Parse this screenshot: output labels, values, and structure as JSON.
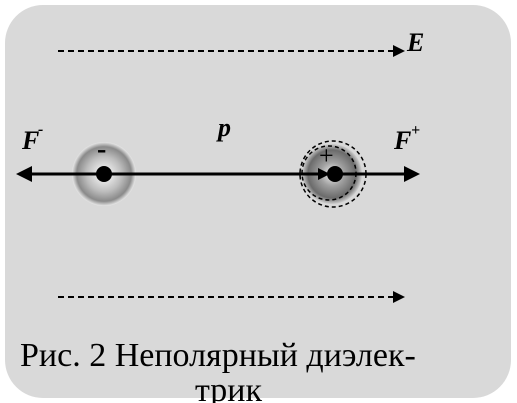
{
  "labels": {
    "field": "E",
    "dipole": "p",
    "force_minus": "F",
    "force_minus_sup": "-",
    "force_plus": "F",
    "force_plus_sup": "+",
    "charge_minus": "-",
    "charge_plus": "+"
  },
  "caption": {
    "line1": "Рис. 2 Неполярный диэлек-",
    "line2": "трик"
  },
  "colors": {
    "panel": "#d9d9d9",
    "ink": "#000000"
  }
}
